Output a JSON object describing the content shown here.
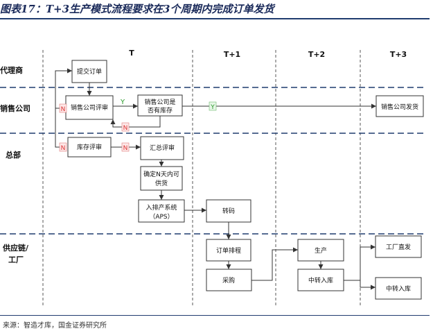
{
  "title": "图表17：T+3生产模式流程要求在3个周期内完成订单发货",
  "source": "来源：智造才库，国金证券研究所",
  "columns": [
    "T",
    "T+1",
    "T+2",
    "T+3"
  ],
  "lanes": [
    "代理商",
    "销售公司",
    "总部",
    "供应链/工厂"
  ],
  "boxes": {
    "submit_order": "提交订单",
    "sales_review": "销售公司评审",
    "sales_stock_1": "销售公司是",
    "sales_stock_2": "否有库存",
    "sales_ship": "销售公司发货",
    "inventory_review": "库存评审",
    "summary_review": "汇总评审",
    "n_day_1": "确定N天内可",
    "n_day_2": "供货",
    "aps_1": "入排产系统",
    "aps_2": "（APS）",
    "transfer": "转码",
    "order_sched": "订单排程",
    "purchase": "采购",
    "produce": "生产",
    "transit_in": "中转入库",
    "factory_direct": "工厂直发",
    "transit_in_2": "中转入库"
  },
  "badges": {
    "n": "N",
    "y": "Y"
  }
}
